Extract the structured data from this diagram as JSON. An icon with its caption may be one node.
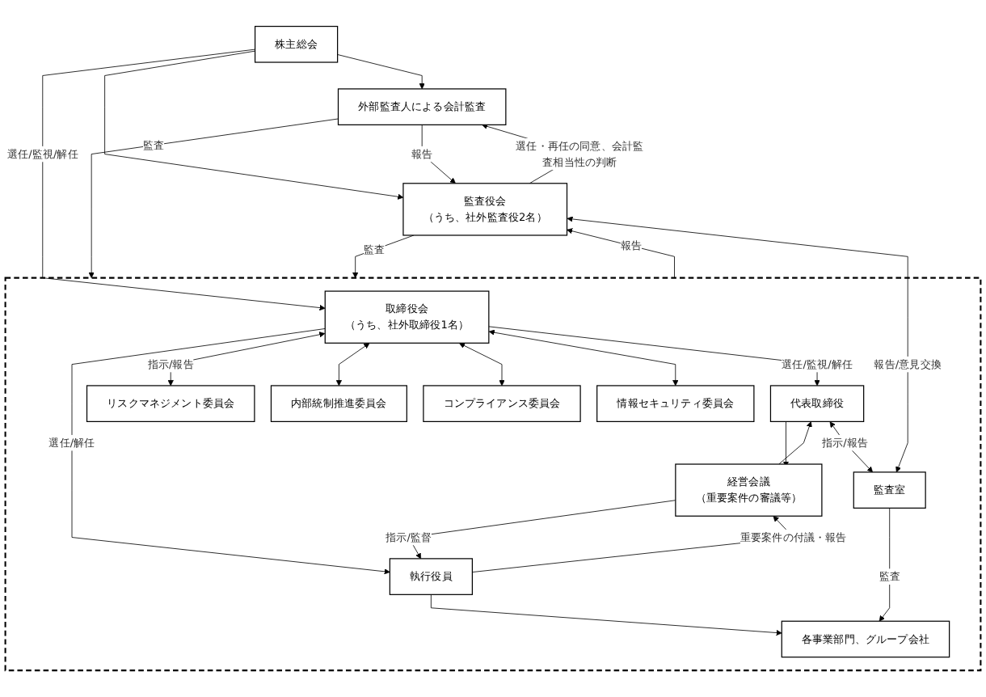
{
  "diagram": {
    "nodes": [
      {
        "text": [
          "株主総会"
        ]
      },
      {
        "text": [
          "外部監査人による会計監査"
        ]
      },
      {
        "text": [
          "監査役会",
          "（うち、社外監査役2名）"
        ]
      },
      {
        "text": [],
        "shape": "box"
      },
      {
        "text": [
          "取締役会",
          "（うち、社外取締役1名）"
        ],
        "in": 3
      },
      {
        "text": [
          "代表取締役"
        ],
        "in": 3
      },
      {
        "text": [
          "経営会議",
          "（重要案件の審議等）"
        ],
        "in": 3
      },
      {
        "text": [
          "リスクマネジメント委員会"
        ],
        "in": 3
      },
      {
        "text": [
          "内部統制推進委員会"
        ],
        "in": 3
      },
      {
        "text": [
          "コンプライアンス委員会"
        ],
        "in": 3
      },
      {
        "text": [
          "情報セキュリティ委員会"
        ],
        "in": 3
      },
      {
        "text": [
          "執行役員"
        ],
        "in": 3
      },
      {
        "text": [
          "監査室"
        ],
        "in": 3
      },
      {
        "text": [
          "各事業部門、グループ会社"
        ],
        "in": 3
      }
    ],
    "edges": [
      {
        "from": 0,
        "to": 1,
        "arrow": "to"
      },
      {
        "from": 0,
        "to": 4,
        "arrow": "to",
        "label": "選任/監視/解任"
      },
      {
        "from": 0,
        "to": 2,
        "arrow": "to"
      },
      {
        "from": 2,
        "to": 1,
        "arrow": "to",
        "label": "選任・再任の同意、会計監査相当性の判断"
      },
      {
        "from": 1,
        "to": 2,
        "arrow": "to",
        "label": "報告"
      },
      {
        "from": 1,
        "to": 3,
        "arrow": "to",
        "label": "監査"
      },
      {
        "from": 3,
        "to": 2,
        "arrow": "to",
        "label": "報告"
      },
      {
        "from": 2,
        "to": 3,
        "arrow": "to",
        "label": "監査"
      },
      {
        "from": 4,
        "to": 5,
        "arrow": "to",
        "label": "選任/監視/解任"
      },
      {
        "from": 4,
        "to": 7,
        "arrow": "both",
        "label": "指示/報告"
      },
      {
        "from": 4,
        "to": 8,
        "arrow": "both"
      },
      {
        "from": 4,
        "to": 9,
        "arrow": "both"
      },
      {
        "from": 4,
        "to": 10,
        "arrow": "both"
      },
      {
        "from": 4,
        "to": 11,
        "arrow": "to",
        "label": "選任/解任"
      },
      {
        "from": 5,
        "to": 6,
        "arrow": "to"
      },
      {
        "from": 6,
        "to": 5,
        "arrow": "to"
      },
      {
        "from": 6,
        "to": 11,
        "arrow": "to",
        "label": "指示/監督"
      },
      {
        "from": 11,
        "to": 6,
        "arrow": "to",
        "label": "重要案件の付議・報告"
      },
      {
        "from": 5,
        "to": 12,
        "arrow": "both",
        "label": "指示/報告"
      },
      {
        "from": 2,
        "to": 12,
        "arrow": "both",
        "label": "報告/意見交換"
      },
      {
        "from": 11,
        "to": 13,
        "arrow": "to"
      },
      {
        "from": 12,
        "to": 13,
        "arrow": "to",
        "label": "監査"
      }
    ]
  }
}
